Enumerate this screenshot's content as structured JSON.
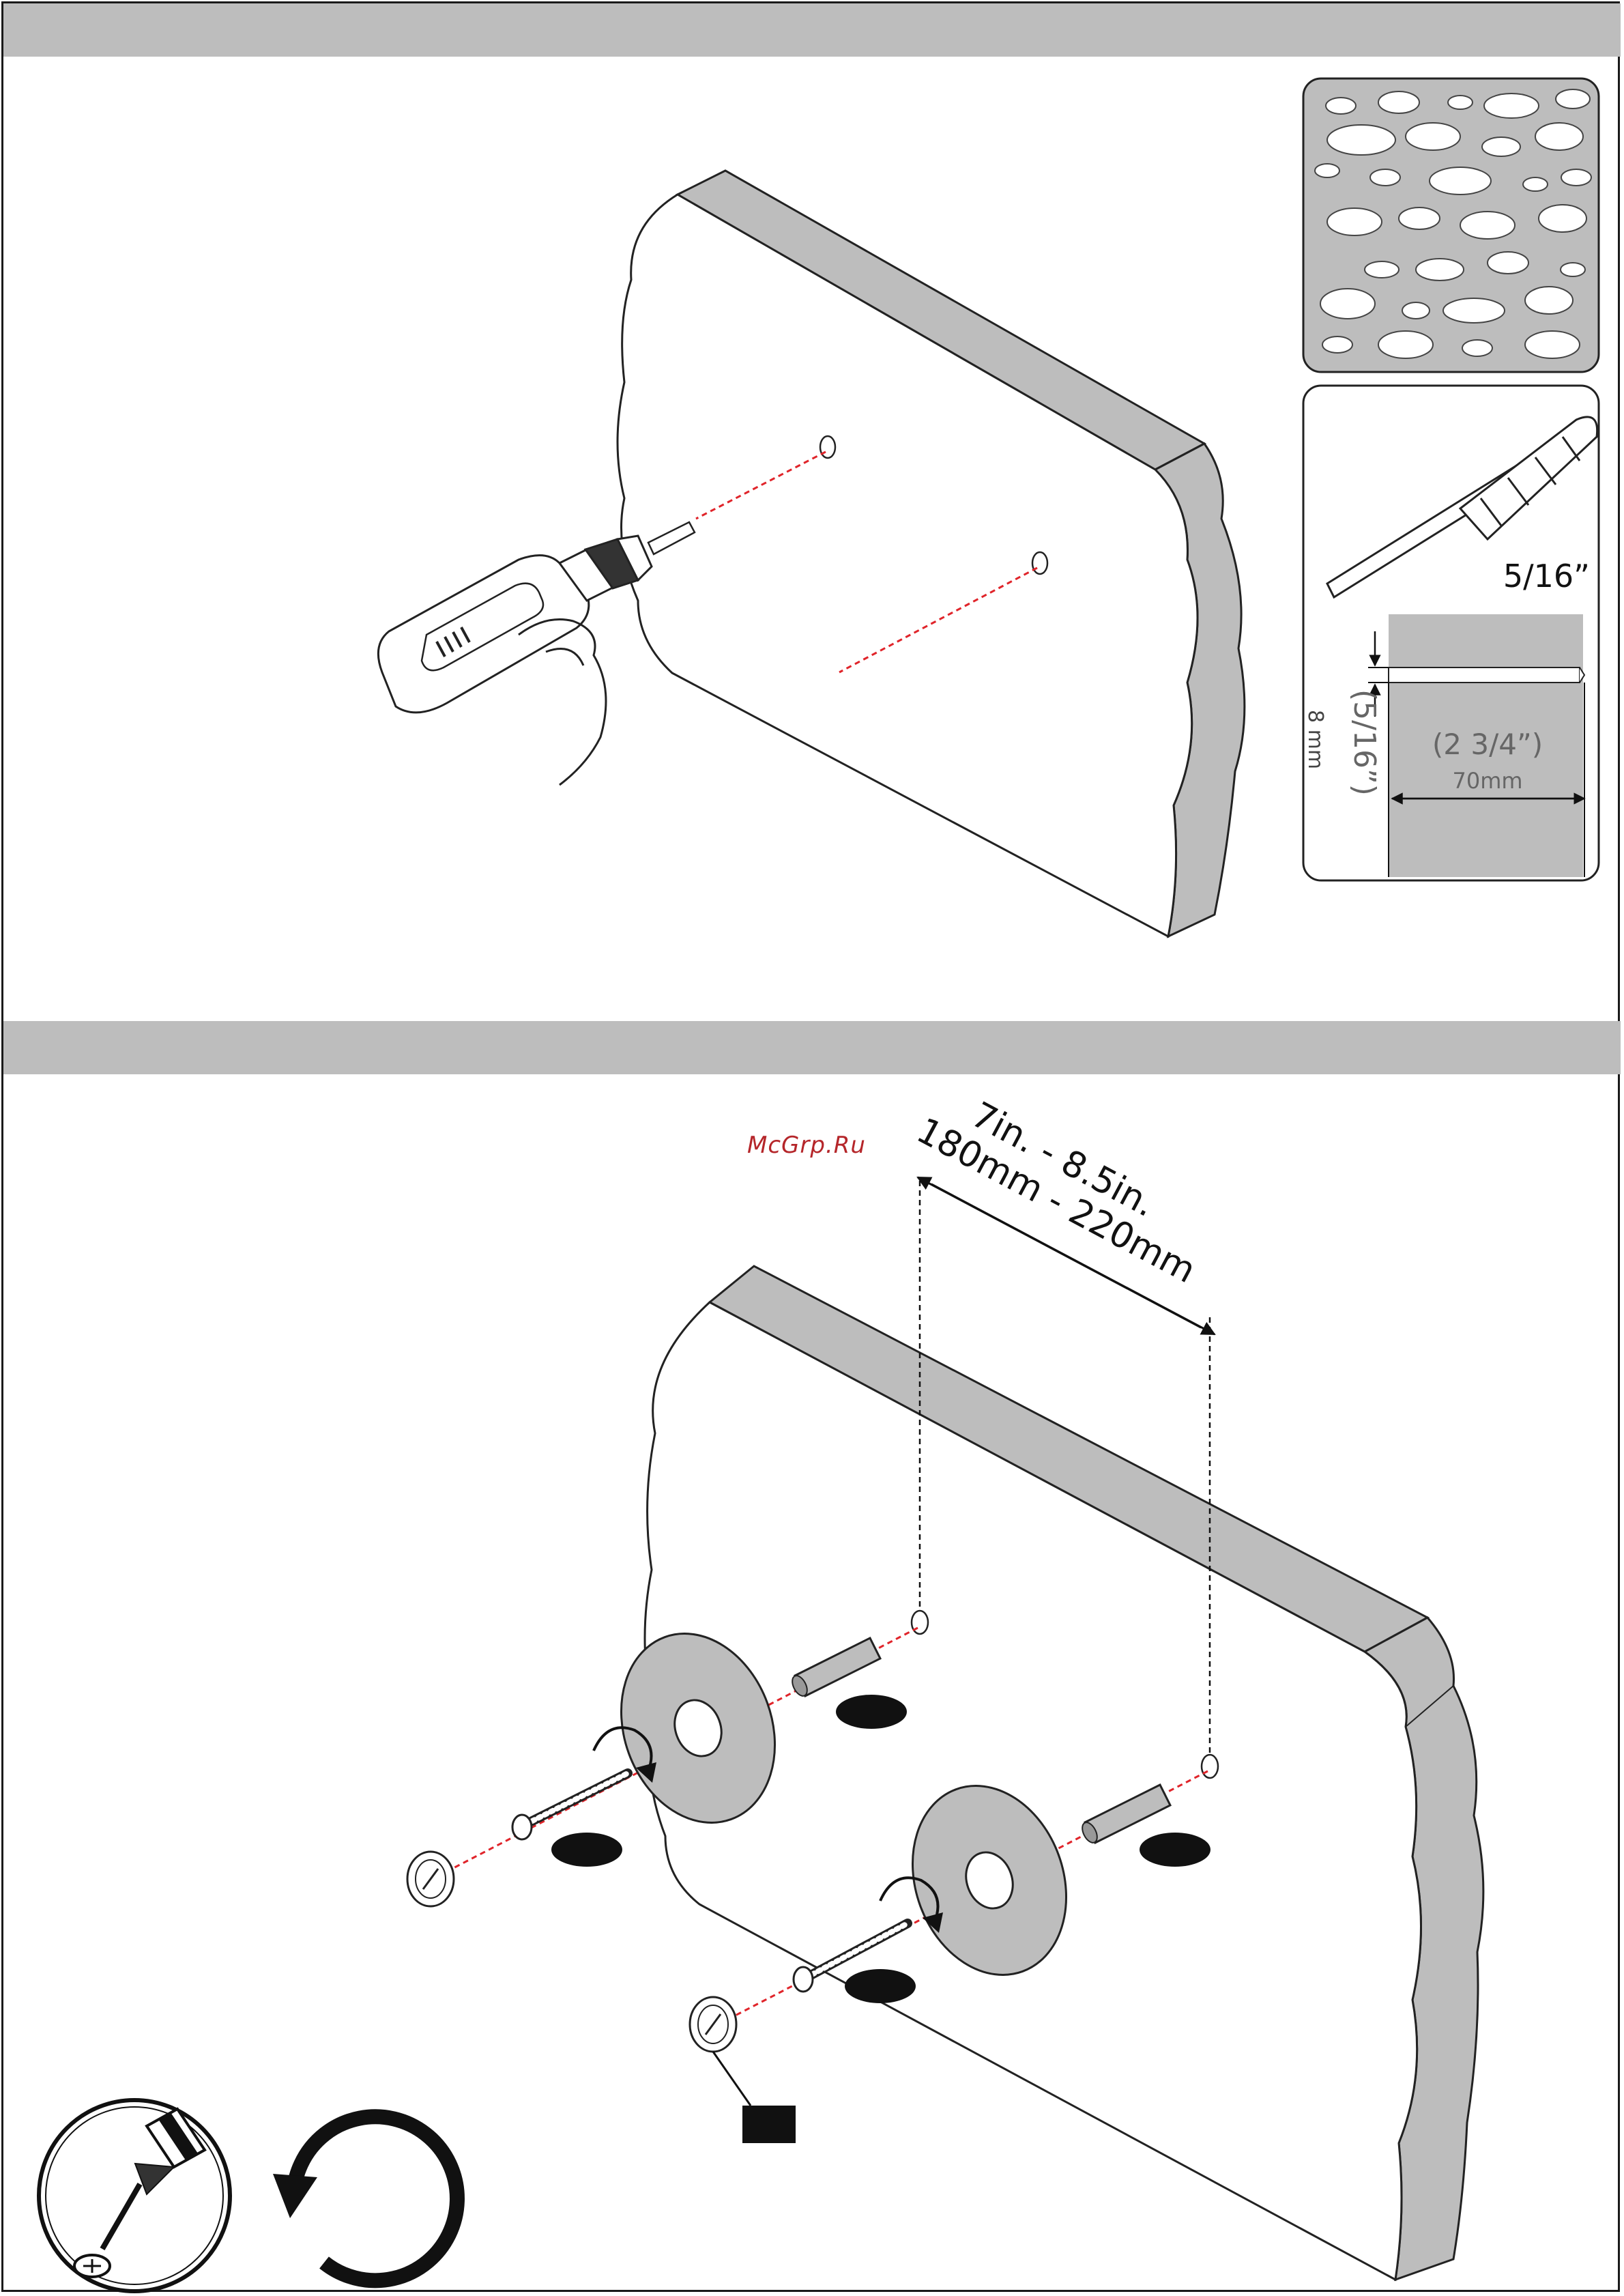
{
  "watermark": "McGrp.Ru",
  "step1": {
    "drill_bit_size": "5/16”",
    "hole_diameter": "(5/16”)",
    "hole_diameter_mm": "8 mm",
    "hole_depth": "(2 3/4”)",
    "hole_depth_mm": "70mm"
  },
  "step2": {
    "spacing_in": "7in. - 8.5in.",
    "spacing_mm": "180mm - 220mm"
  },
  "colors": {
    "step_bar": "#bdbdbd",
    "wall_edge": "#bdbdbd",
    "guide_line": "#e0242a",
    "outline": "#222222",
    "watermark": "#b5262a"
  },
  "icons": [
    "masonry-wall-icon",
    "drill-bit-icon",
    "drill-icon",
    "screwdriver-icon",
    "rotate-clockwise-icon"
  ]
}
